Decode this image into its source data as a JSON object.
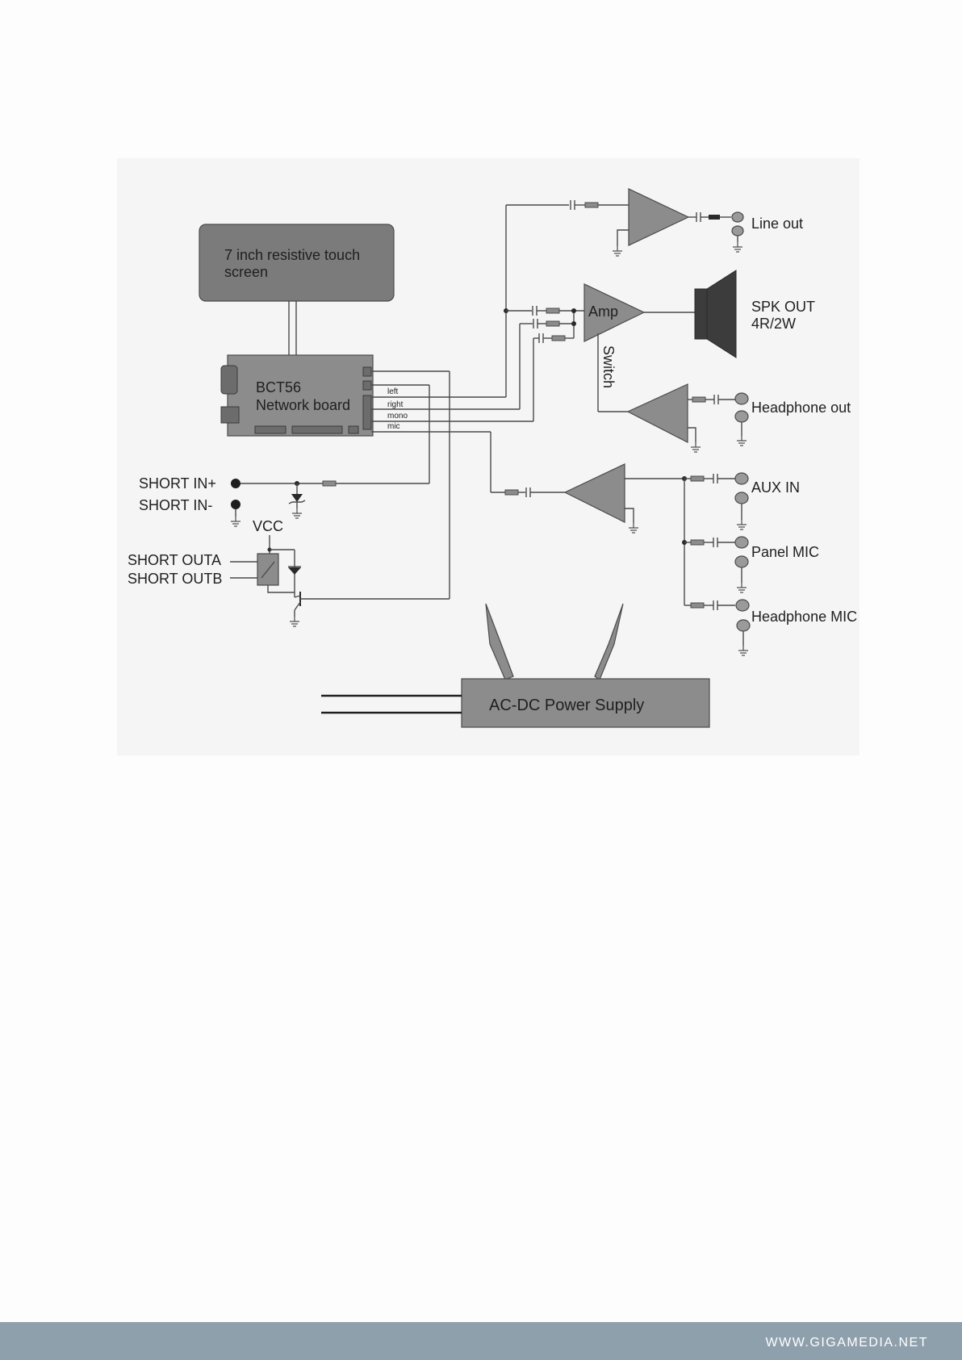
{
  "diagram": {
    "touch_screen": [
      "7 inch resistive touch",
      "screen"
    ],
    "network_board": [
      "BCT56",
      "Network board"
    ],
    "board_ports": [
      "left",
      "right",
      "mono",
      "mic"
    ],
    "short_in_plus": "SHORT IN+",
    "short_in_minus": "SHORT IN-",
    "vcc": "VCC",
    "short_outa": "SHORT OUTA",
    "short_outb": "SHORT OUTB",
    "amp": "Amp",
    "switch": "Switch",
    "line_out": "Line out",
    "spk_out": [
      "SPK OUT",
      "4R/2W"
    ],
    "headphone_out": "Headphone out",
    "aux_in": "AUX IN",
    "panel_mic": "Panel MIC",
    "headphone_mic": "Headphone MIC",
    "power_supply": "AC-DC Power Supply"
  },
  "footer": {
    "url": "WWW.GIGAMEDIA.NET"
  },
  "colors": {
    "footer_bar": "#8fa0ad",
    "component_fill": "#8c8c8c",
    "wire": "#4a4a4a"
  }
}
